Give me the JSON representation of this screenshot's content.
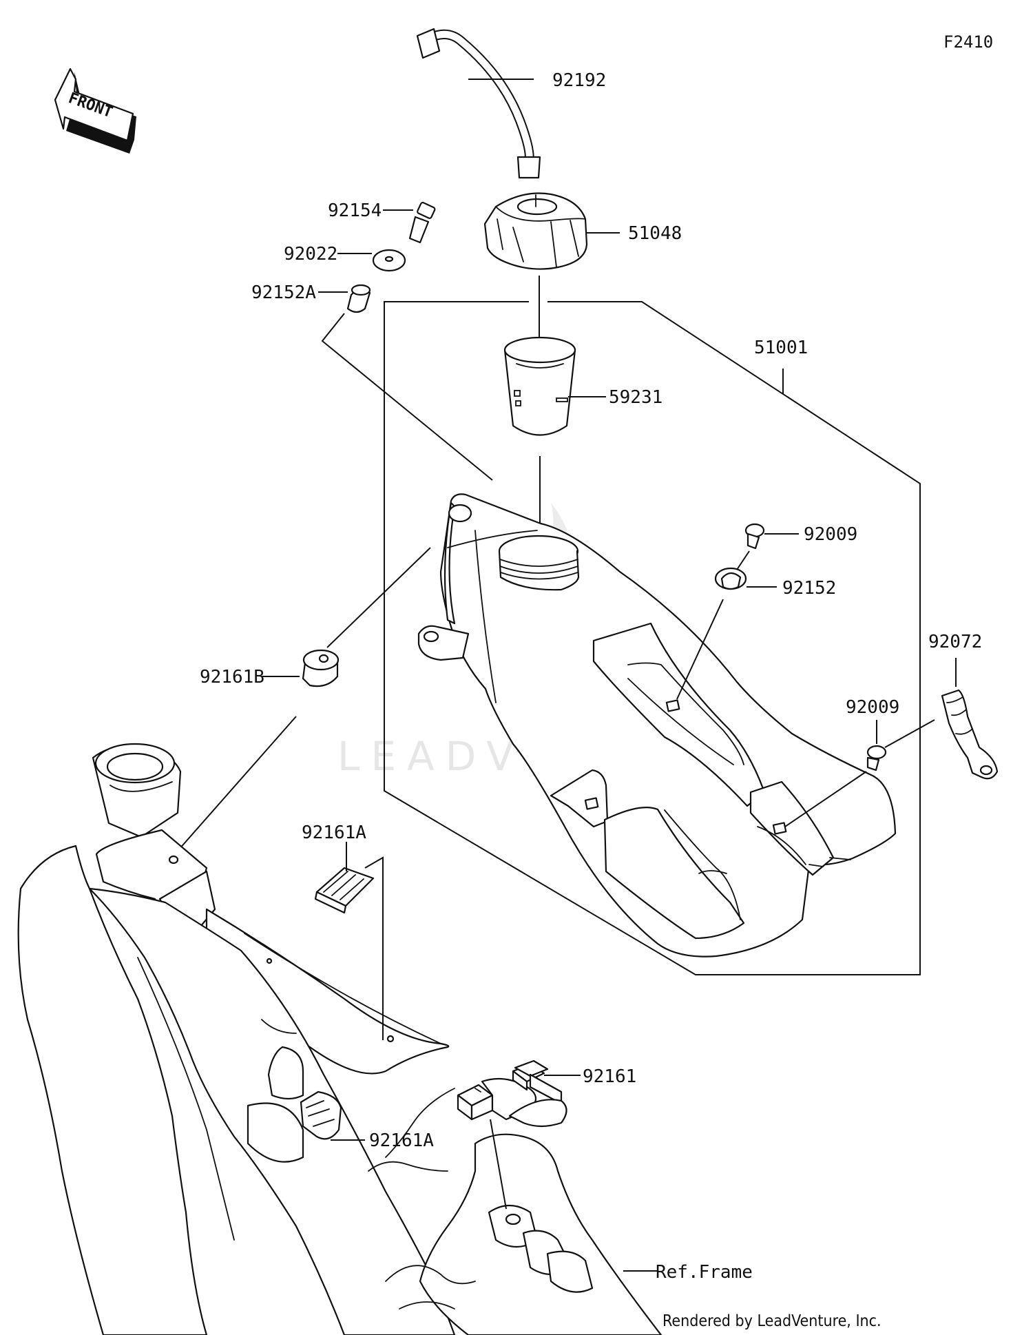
{
  "sheet_id": "F2410",
  "front_label": "FRONT",
  "watermark": "LEADVENTURE",
  "credit": "Rendered by LeadVenture, Inc.",
  "ref_frame_label": "Ref.Frame",
  "parts": {
    "fuel_tank_hose": "92192",
    "bolt_92154": "92154",
    "washer_92022": "92022",
    "collar_92152a": "92152A",
    "fuel_cap": "51048",
    "fuel_tank_assembly": "51001",
    "fuel_filter": "59231",
    "screw_92009_top": "92009",
    "collar_92152": "92152",
    "strap_92072": "92072",
    "screw_92009_right": "92009",
    "damper_92161b": "92161B",
    "damper_92161a_top": "92161A",
    "damper_92161a_lower": "92161A",
    "damper_92161": "92161"
  },
  "colors": {
    "line": "#111111",
    "background": "#ffffff",
    "watermark": "#e6e6e6"
  }
}
